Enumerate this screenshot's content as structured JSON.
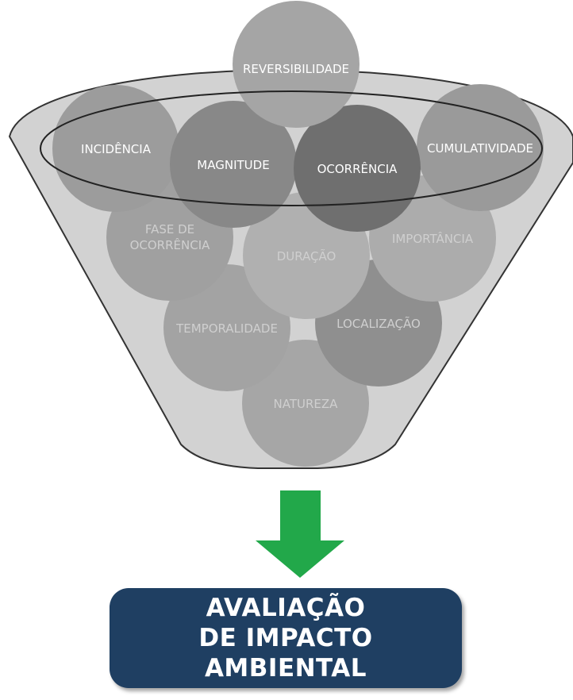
{
  "colors": {
    "funnel_fill": "#d2d2d2",
    "funnel_stroke": "#333333",
    "circle_light": "#a8a8a8",
    "circle_mid": "#8f8f8f",
    "circle_dark": "#6f6f6f",
    "arrow": "#22a84a",
    "result_box": "#1f3f62"
  },
  "funnel": {
    "criteria": {
      "reversibilidade": "REVERSIBILIDADE",
      "incidencia": "INCIDÊNCIA",
      "magnitude": "MAGNITUDE",
      "ocorrencia": "OCORRÊNCIA",
      "cumulatividade": "CUMULATIVIDADE",
      "fase_ocorrencia_line1": "FASE DE",
      "fase_ocorrencia_line2": "OCORRÊNCIA",
      "duracao": "DURAÇÃO",
      "importancia": "IMPORTÂNCIA",
      "temporalidade": "TEMPORALIDADE",
      "localizacao": "LOCALIZAÇÃO",
      "natureza": "NATUREZA"
    }
  },
  "result": {
    "line1": "AVALIAÇÃO",
    "line2": "DE IMPACTO",
    "line3": "AMBIENTAL"
  }
}
